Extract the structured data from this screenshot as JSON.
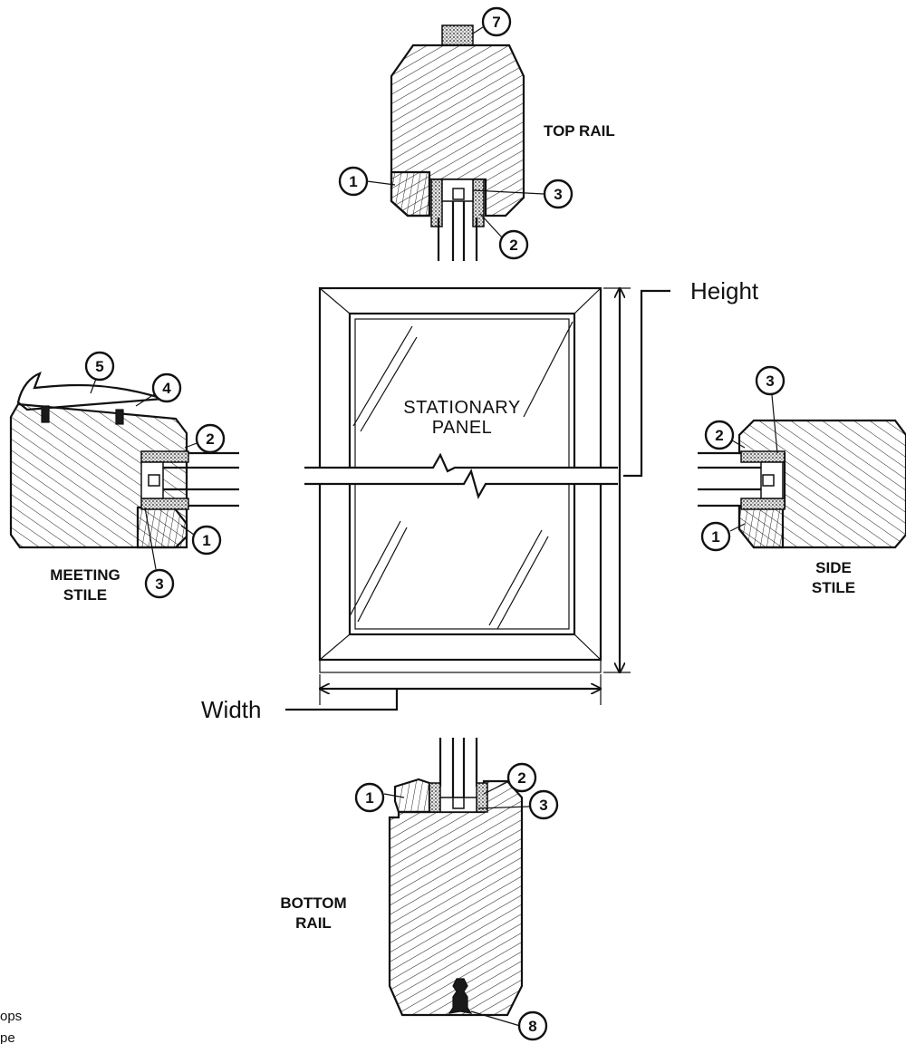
{
  "labels": {
    "top_rail": "TOP RAIL",
    "meeting_stile_1": "MEETING",
    "meeting_stile_2": "STILE",
    "side_stile_1": "SIDE",
    "side_stile_2": "STILE",
    "bottom_rail_1": "BOTTOM",
    "bottom_rail_2": "RAIL",
    "panel_1": "STATIONARY",
    "panel_2": "PANEL",
    "height": "Height",
    "width": "Width"
  },
  "callouts": {
    "top_1": "1",
    "top_2": "2",
    "top_3": "3",
    "top_7": "7",
    "meet_5": "5",
    "meet_4": "4",
    "meet_2": "2",
    "meet_1": "1",
    "meet_3": "3",
    "side_3": "3",
    "side_2": "2",
    "side_1": "1",
    "bot_1": "1",
    "bot_2": "2",
    "bot_3": "3",
    "bot_8": "8"
  },
  "footnote": {
    "line1": "ops",
    "line2": "pe"
  }
}
